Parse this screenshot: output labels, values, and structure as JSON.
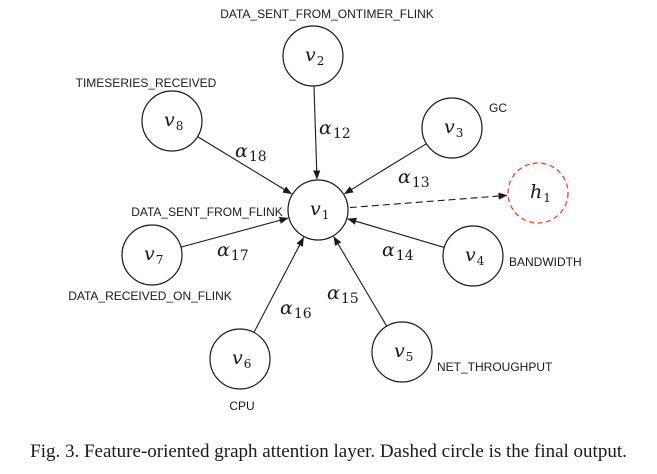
{
  "nodes": [
    {
      "id": "v1",
      "base": "v",
      "sub": "1",
      "feature": "DATA_SENT_FROM_FLINK"
    },
    {
      "id": "v2",
      "base": "v",
      "sub": "2",
      "feature": "DATA_SENT_FROM_ONTIMER_FLINK"
    },
    {
      "id": "v3",
      "base": "v",
      "sub": "3",
      "feature": "GC"
    },
    {
      "id": "v4",
      "base": "v",
      "sub": "4",
      "feature": "BANDWIDTH"
    },
    {
      "id": "v5",
      "base": "v",
      "sub": "5",
      "feature": "NET_THROUGHPUT"
    },
    {
      "id": "v6",
      "base": "v",
      "sub": "6",
      "feature": "CPU"
    },
    {
      "id": "v7",
      "base": "v",
      "sub": "7",
      "feature": "DATA_RECEIVED_ON_FLINK"
    },
    {
      "id": "v8",
      "base": "v",
      "sub": "8",
      "feature": "TIMESERIES_RECEIVED"
    }
  ],
  "output": {
    "id": "h1",
    "base": "h",
    "sub": "1"
  },
  "edges": [
    {
      "from": "v2",
      "to": "v1",
      "base": "α",
      "sub": "12"
    },
    {
      "from": "v3",
      "to": "v1",
      "base": "α",
      "sub": "13"
    },
    {
      "from": "v4",
      "to": "v1",
      "base": "α",
      "sub": "14"
    },
    {
      "from": "v5",
      "to": "v1",
      "base": "α",
      "sub": "15"
    },
    {
      "from": "v6",
      "to": "v1",
      "base": "α",
      "sub": "16"
    },
    {
      "from": "v7",
      "to": "v1",
      "base": "α",
      "sub": "17"
    },
    {
      "from": "v8",
      "to": "v1",
      "base": "α",
      "sub": "18"
    }
  ],
  "output_edge": {
    "from": "v1",
    "to": "h1",
    "style": "dashed"
  },
  "colors": {
    "stroke": "#1a1a1a",
    "output_stroke": "#e0472f"
  },
  "caption": "Fig. 3.  Feature-oriented graph attention layer. Dashed circle is the final output."
}
